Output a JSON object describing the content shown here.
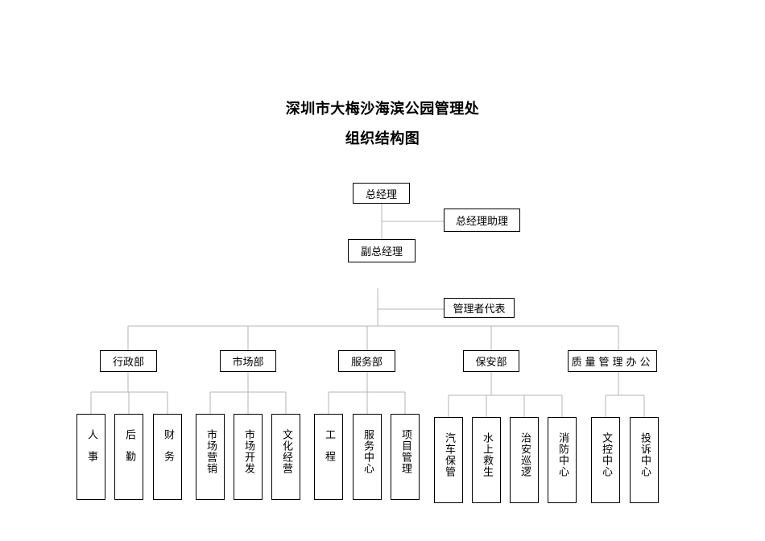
{
  "title_line1": "深圳市大梅沙海滨公园管理处",
  "title_line2": "组织结构图",
  "top": {
    "gm": "总经理",
    "gm_assistant": "总经理助理",
    "deputy_gm": "副总经理",
    "mgmt_rep": "管理者代表"
  },
  "departments": [
    {
      "name": "行政部",
      "units": [
        "人事",
        "后勤",
        "财务"
      ]
    },
    {
      "name": "市场部",
      "units": [
        "市场营销",
        "市场开发",
        "文化经营"
      ]
    },
    {
      "name": "服务部",
      "units": [
        "工程",
        "服务中心",
        "项目管理"
      ]
    },
    {
      "name": "保安部",
      "units": [
        "汽车保管",
        "水上救生",
        "治安巡逻",
        "消防中心"
      ]
    },
    {
      "name": "质量管理办公",
      "units": [
        "文控中心",
        "投诉中心"
      ]
    }
  ]
}
